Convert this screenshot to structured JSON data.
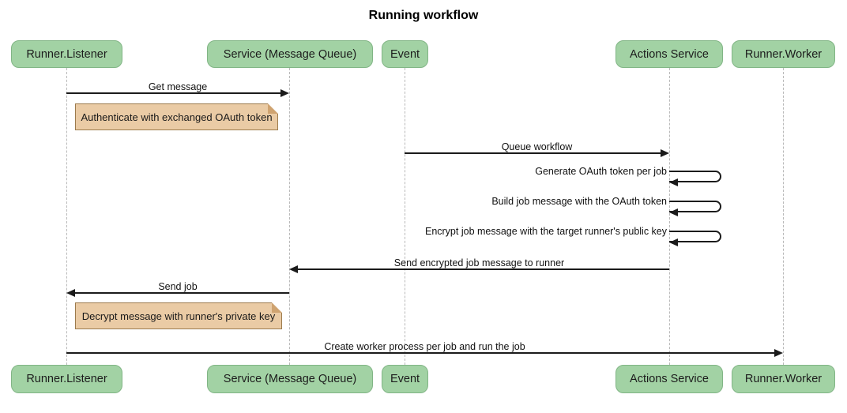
{
  "title": "Running workflow",
  "colors": {
    "actor_fill": "#a2d2a4",
    "actor_border": "#81b585",
    "note_fill": "#eacba5",
    "note_border": "#9c7b4d",
    "note_fold": "#cfa370",
    "lifeline": "#b9b9b9",
    "arrow": "#1b1b1b",
    "text": "#1a1a1a"
  },
  "actors": [
    {
      "id": "runner-listener",
      "label": "Runner.Listener"
    },
    {
      "id": "service-message-queue",
      "label": "Service (Message Queue)"
    },
    {
      "id": "event",
      "label": "Event"
    },
    {
      "id": "actions-service",
      "label": "Actions Service"
    },
    {
      "id": "runner-worker",
      "label": "Runner.Worker"
    }
  ],
  "messages": [
    {
      "seq": 1,
      "type": "arrow",
      "from": "runner-listener",
      "to": "service-message-queue",
      "label": "Get message"
    },
    {
      "seq": 2,
      "type": "note",
      "over": "runner-listener",
      "label": "Authenticate with exchanged OAuth token"
    },
    {
      "seq": 3,
      "type": "arrow",
      "from": "event",
      "to": "actions-service",
      "label": "Queue workflow"
    },
    {
      "seq": 4,
      "type": "self",
      "actor": "actions-service",
      "label": "Generate OAuth token per job"
    },
    {
      "seq": 5,
      "type": "self",
      "actor": "actions-service",
      "label": "Build job message with the OAuth token"
    },
    {
      "seq": 6,
      "type": "self",
      "actor": "actions-service",
      "label": "Encrypt job message with the target runner's public key"
    },
    {
      "seq": 7,
      "type": "arrow",
      "from": "actions-service",
      "to": "service-message-queue",
      "label": "Send encrypted job message to runner"
    },
    {
      "seq": 8,
      "type": "arrow",
      "from": "service-message-queue",
      "to": "runner-listener",
      "label": "Send job"
    },
    {
      "seq": 9,
      "type": "note",
      "over": "runner-listener",
      "label": "Decrypt message with runner's private key"
    },
    {
      "seq": 10,
      "type": "arrow",
      "from": "runner-listener",
      "to": "runner-worker",
      "label": "Create worker process per job and run the job"
    }
  ]
}
